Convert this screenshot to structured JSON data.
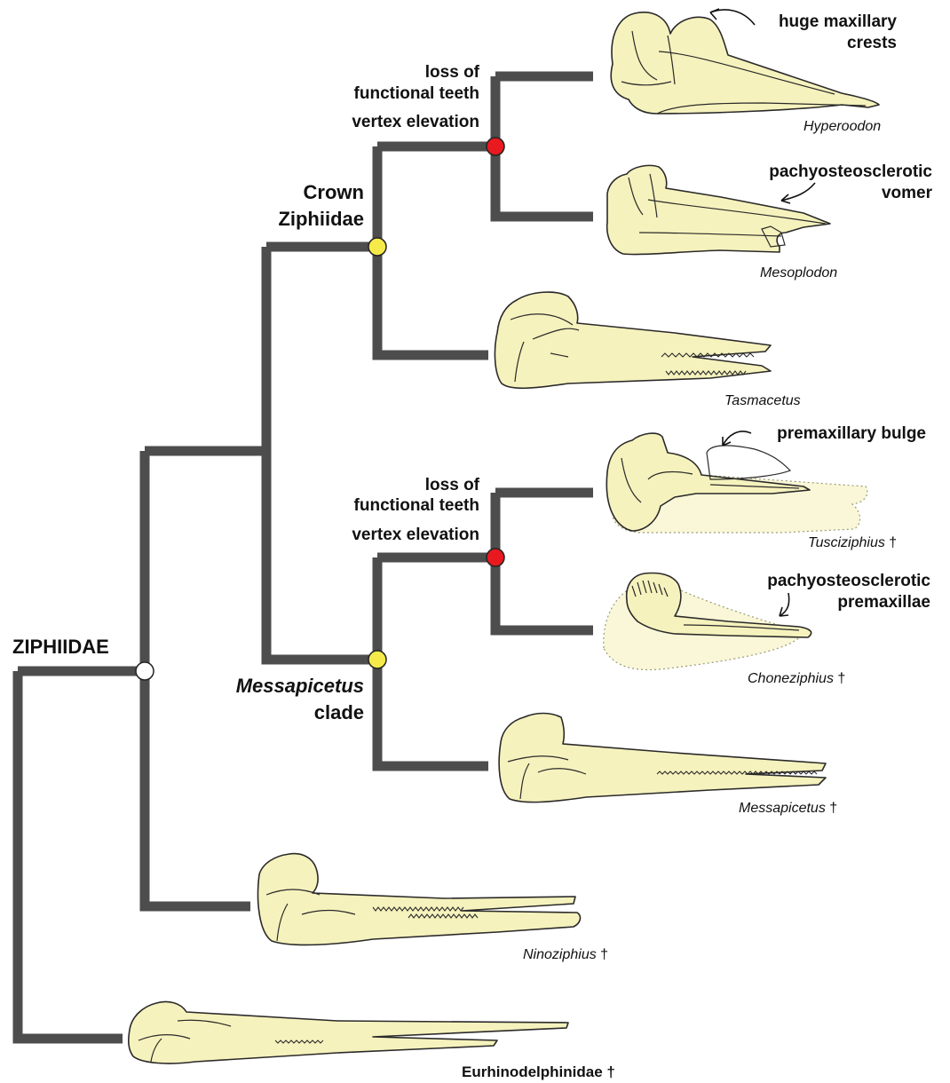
{
  "family_label": "ZIPHIIDAE",
  "crown_clade": {
    "line1": "Crown",
    "line2": "Ziphiidae"
  },
  "messapicetus_clade": {
    "line1": "Messapicetus",
    "line2": "clade"
  },
  "upper_apomorphies": {
    "line1": "loss of",
    "line2": "functional teeth",
    "line3": "vertex elevation"
  },
  "lower_apomorphies": {
    "line1": "loss of",
    "line2": "functional teeth",
    "line3": "vertex elevation"
  },
  "annotations": {
    "hyperoodon": {
      "line1": "huge maxillary",
      "line2": "crests"
    },
    "mesoplodon": {
      "line1": "pachyosteosclerotic",
      "line2": "vomer"
    },
    "tusciziphius": {
      "line1": "premaxillary bulge"
    },
    "choneziphius": {
      "line1": "pachyosteosclerotic",
      "line2": "premaxillae"
    }
  },
  "taxa": [
    {
      "name": "Hyperoodon",
      "dagger": ""
    },
    {
      "name": "Mesoplodon",
      "dagger": ""
    },
    {
      "name": "Tasmacetus",
      "dagger": ""
    },
    {
      "name": "Tusciziphius",
      "dagger": "†"
    },
    {
      "name": "Choneziphius",
      "dagger": "†"
    },
    {
      "name": "Messapicetus",
      "dagger": "†"
    },
    {
      "name": "Ninoziphius",
      "dagger": "†"
    },
    {
      "name": "Eurhinodelphinidae",
      "dagger": "†"
    }
  ],
  "node_colors": {
    "root": "#ffffff",
    "clade": "#f5ea4a",
    "apomorphy": "#e8191f"
  },
  "colors": {
    "branch": "#4d4d4d",
    "skull_fill": "#f6f2bd",
    "outline": "#2a2a2a"
  }
}
